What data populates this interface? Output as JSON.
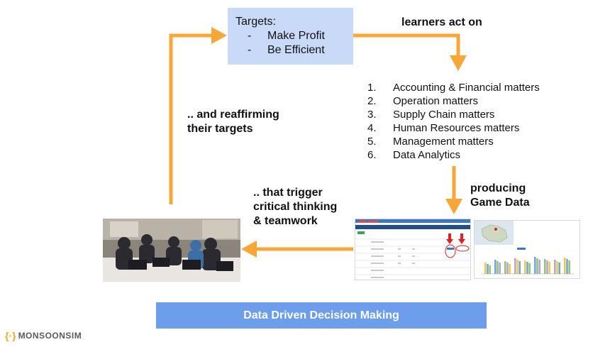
{
  "targets": {
    "heading": "Targets:",
    "items": [
      "Make Profit",
      "Be Efficient"
    ],
    "bullet": "-"
  },
  "labels": {
    "learners_act_on": "learners act on",
    "producing_line1": "producing",
    "producing_line2": "Game Data",
    "trigger_line1": ".. that trigger",
    "trigger_line2": "critical thinking",
    "trigger_line3": "& teamwork",
    "reaffirm_line1": ".. and reaffirming",
    "reaffirm_line2": "their targets"
  },
  "matters": [
    {
      "num": "1.",
      "text": "Accounting & Financial matters"
    },
    {
      "num": "2.",
      "text": "Operation matters"
    },
    {
      "num": "3.",
      "text": "Supply Chain matters"
    },
    {
      "num": "4.",
      "text": "Human Resources matters"
    },
    {
      "num": "5.",
      "text": "Management matters"
    },
    {
      "num": "6.",
      "text": "Data Analytics"
    }
  ],
  "banner": "Data Driven Decision Making",
  "logo": {
    "mark": "{·}",
    "text": "MONSOONSIM"
  },
  "colors": {
    "arrow": "#f6a738",
    "targets_box": "#c9daf8",
    "banner": "#6d9eeb",
    "banner_text": "#ffffff"
  }
}
